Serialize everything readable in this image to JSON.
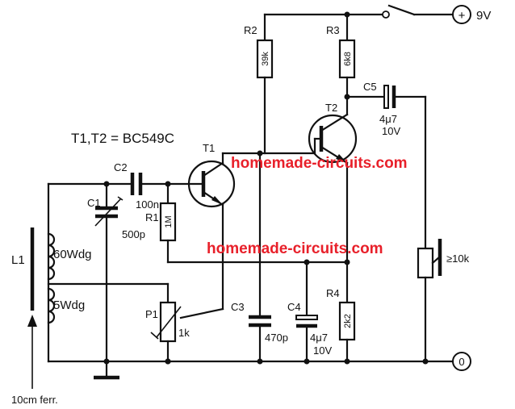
{
  "title": "T1,T2 = BC549C",
  "supply": {
    "symbol": "+",
    "label": "9V"
  },
  "ground_terminal": {
    "label": "0"
  },
  "output_pot": {
    "label": "≥10k"
  },
  "ferrite_label": "10cm ferr.",
  "watermark": {
    "text": "homemade-circuits.com",
    "color": "#e8202a"
  },
  "components": {
    "L1": {
      "ref": "L1",
      "winding_a": "60Wdg",
      "winding_b": "5Wdg"
    },
    "C1": {
      "ref": "C1",
      "value": "500p"
    },
    "C2": {
      "ref": "C2",
      "value": "100n"
    },
    "C3": {
      "ref": "C3",
      "value": "470p"
    },
    "C4": {
      "ref": "C4",
      "value_num": "4μ7",
      "value_v": "10V"
    },
    "C5": {
      "ref": "C5",
      "value_num": "4μ7",
      "value_v": "10V"
    },
    "R1": {
      "ref": "R1",
      "value": "1M"
    },
    "R2": {
      "ref": "R2",
      "value": "39k"
    },
    "R3": {
      "ref": "R3",
      "value": "6k8"
    },
    "R4": {
      "ref": "R4",
      "value": "2k2"
    },
    "P1": {
      "ref": "P1",
      "value": "1k"
    },
    "T1": {
      "ref": "T1"
    },
    "T2": {
      "ref": "T2"
    }
  }
}
